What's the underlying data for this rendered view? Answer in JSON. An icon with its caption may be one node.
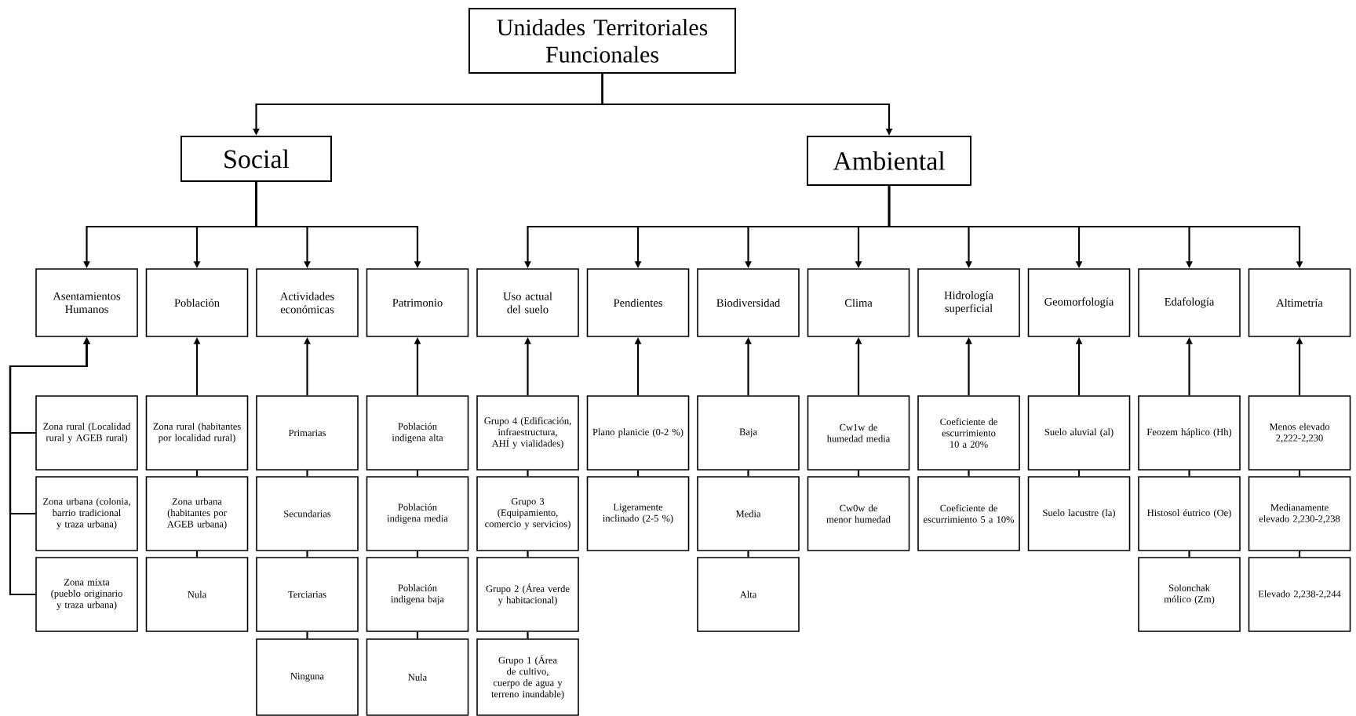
{
  "diagram": {
    "nodes": [
      {
        "text": [
          "Unidades Territoriales Funcionales"
        ]
      },
      {
        "text": [
          "Social"
        ]
      },
      {
        "text": [
          "Ambiental"
        ]
      },
      {
        "text": [
          "Asentamientos Humanos"
        ]
      },
      {
        "text": [
          "Población"
        ]
      },
      {
        "text": [
          "Actividades económicas"
        ]
      },
      {
        "text": [
          "Patrimonio"
        ]
      },
      {
        "text": [
          "Uso actual del suelo"
        ]
      },
      {
        "text": [
          "Pendientes"
        ]
      },
      {
        "text": [
          "Biodiversidad"
        ]
      },
      {
        "text": [
          "Clima"
        ]
      },
      {
        "text": [
          "Hidrología superficial"
        ]
      },
      {
        "text": [
          "Geomorfología"
        ]
      },
      {
        "text": [
          "Edafología"
        ]
      },
      {
        "text": [
          "Altimetría"
        ]
      },
      {
        "text": [
          "Zona rural (Localidad rural y AGEB rural)"
        ]
      },
      {
        "text": [
          "Zona urbana (colonia, barrio tradicional y traza urbana)"
        ]
      },
      {
        "text": [
          "Zona mixta (pueblo originario y traza urbana)"
        ]
      },
      {
        "text": [
          "Zona rural (habitantes por localidad rural)"
        ]
      },
      {
        "text": [
          "Zona urbana (habitantes por AGEB urbana)"
        ]
      },
      {
        "text": [
          "Nula"
        ]
      },
      {
        "text": [
          "Primarias"
        ]
      },
      {
        "text": [
          "Secundarias"
        ]
      },
      {
        "text": [
          "Terciarias"
        ]
      },
      {
        "text": [
          "Ninguna"
        ]
      },
      {
        "text": [
          "Población indigena alta"
        ]
      },
      {
        "text": [
          "Población indigena media"
        ]
      },
      {
        "text": [
          "Población indigena baja"
        ]
      },
      {
        "text": [
          "Nula"
        ]
      },
      {
        "text": [
          "Grupo 4 (Edificación, infraestructura, AHÍ y vialidades)"
        ]
      },
      {
        "text": [
          "Grupo 3 (Equipamiento, comercio y servicios)"
        ]
      },
      {
        "text": [
          "Grupo 2 (Área verde y habitacional)"
        ]
      },
      {
        "text": [
          "Grupo 1 (Área de cultivo, cuerpo de agua y terreno inundable)"
        ]
      },
      {
        "text": [
          "Plano planicie (0-2 %)"
        ]
      },
      {
        "text": [
          "Ligeramente inclinado (2-5 %)"
        ]
      },
      {
        "text": [
          "Baja"
        ]
      },
      {
        "text": [
          "Media"
        ]
      },
      {
        "text": [
          "Alta"
        ]
      },
      {
        "text": [
          "Cw1w de humedad media"
        ]
      },
      {
        "text": [
          "Cw0w de menor humedad"
        ]
      },
      {
        "text": [
          "Coeficiente de escurrimiento 10 a 20%"
        ]
      },
      {
        "text": [
          "Coeficiente de escurrimiento 5 a 10%"
        ]
      },
      {
        "text": [
          "Suelo aluvial (al)"
        ]
      },
      {
        "text": [
          "Suelo lacustre (la)"
        ]
      },
      {
        "text": [
          "Feozem háplico (Hh)"
        ]
      },
      {
        "text": [
          "Histosol éutrico (Oe)"
        ]
      },
      {
        "text": [
          "Solonchak mólico (Zm)"
        ]
      },
      {
        "text": [
          "Menos elevado 2,222-2,230"
        ]
      },
      {
        "text": [
          "Medianamente elevado 2,230-2,238"
        ]
      },
      {
        "text": [
          "Elevado 2,238-2,244"
        ]
      }
    ],
    "edges": [
      {
        "from": 0,
        "to": 1,
        "arrow": "to"
      },
      {
        "from": 0,
        "to": 2,
        "arrow": "to"
      },
      {
        "from": 1,
        "to": 3,
        "arrow": "to"
      },
      {
        "from": 1,
        "to": 4,
        "arrow": "to"
      },
      {
        "from": 1,
        "to": 5,
        "arrow": "to"
      },
      {
        "from": 1,
        "to": 6,
        "arrow": "to"
      },
      {
        "from": 2,
        "to": 7,
        "arrow": "to"
      },
      {
        "from": 2,
        "to": 8,
        "arrow": "to"
      },
      {
        "from": 2,
        "to": 9,
        "arrow": "to"
      },
      {
        "from": 2,
        "to": 10,
        "arrow": "to"
      },
      {
        "from": 2,
        "to": 11,
        "arrow": "to"
      },
      {
        "from": 2,
        "to": 12,
        "arrow": "to"
      },
      {
        "from": 2,
        "to": 13,
        "arrow": "to"
      },
      {
        "from": 2,
        "to": 14,
        "arrow": "to"
      },
      {
        "from": 15,
        "to": 3,
        "arrow": "to"
      },
      {
        "from": 16,
        "to": 3,
        "arrow": "to"
      },
      {
        "from": 17,
        "to": 3,
        "arrow": "to"
      },
      {
        "from": 18,
        "to": 4,
        "arrow": "to"
      },
      {
        "from": 18,
        "to": 19,
        "arrow": "none"
      },
      {
        "from": 19,
        "to": 20,
        "arrow": "none"
      },
      {
        "from": 21,
        "to": 5,
        "arrow": "to"
      },
      {
        "from": 21,
        "to": 22,
        "arrow": "none"
      },
      {
        "from": 22,
        "to": 23,
        "arrow": "none"
      },
      {
        "from": 23,
        "to": 24,
        "arrow": "none"
      },
      {
        "from": 25,
        "to": 6,
        "arrow": "to"
      },
      {
        "from": 25,
        "to": 26,
        "arrow": "none"
      },
      {
        "from": 26,
        "to": 27,
        "arrow": "none"
      },
      {
        "from": 27,
        "to": 28,
        "arrow": "none"
      },
      {
        "from": 29,
        "to": 7,
        "arrow": "to"
      },
      {
        "from": 29,
        "to": 30,
        "arrow": "none"
      },
      {
        "from": 30,
        "to": 31,
        "arrow": "none"
      },
      {
        "from": 31,
        "to": 32,
        "arrow": "none"
      },
      {
        "from": 33,
        "to": 8,
        "arrow": "to"
      },
      {
        "from": 33,
        "to": 34,
        "arrow": "none"
      },
      {
        "from": 35,
        "to": 9,
        "arrow": "to"
      },
      {
        "from": 35,
        "to": 36,
        "arrow": "none"
      },
      {
        "from": 36,
        "to": 37,
        "arrow": "none"
      },
      {
        "from": 38,
        "to": 10,
        "arrow": "to"
      },
      {
        "from": 38,
        "to": 39,
        "arrow": "none"
      },
      {
        "from": 40,
        "to": 11,
        "arrow": "to"
      },
      {
        "from": 40,
        "to": 41,
        "arrow": "none"
      },
      {
        "from": 42,
        "to": 12,
        "arrow": "to"
      },
      {
        "from": 42,
        "to": 43,
        "arrow": "none"
      },
      {
        "from": 44,
        "to": 13,
        "arrow": "to"
      },
      {
        "from": 44,
        "to": 45,
        "arrow": "none"
      },
      {
        "from": 45,
        "to": 46,
        "arrow": "none"
      },
      {
        "from": 47,
        "to": 14,
        "arrow": "to"
      },
      {
        "from": 47,
        "to": 48,
        "arrow": "none"
      },
      {
        "from": 48,
        "to": 49,
        "arrow": "none"
      }
    ]
  }
}
